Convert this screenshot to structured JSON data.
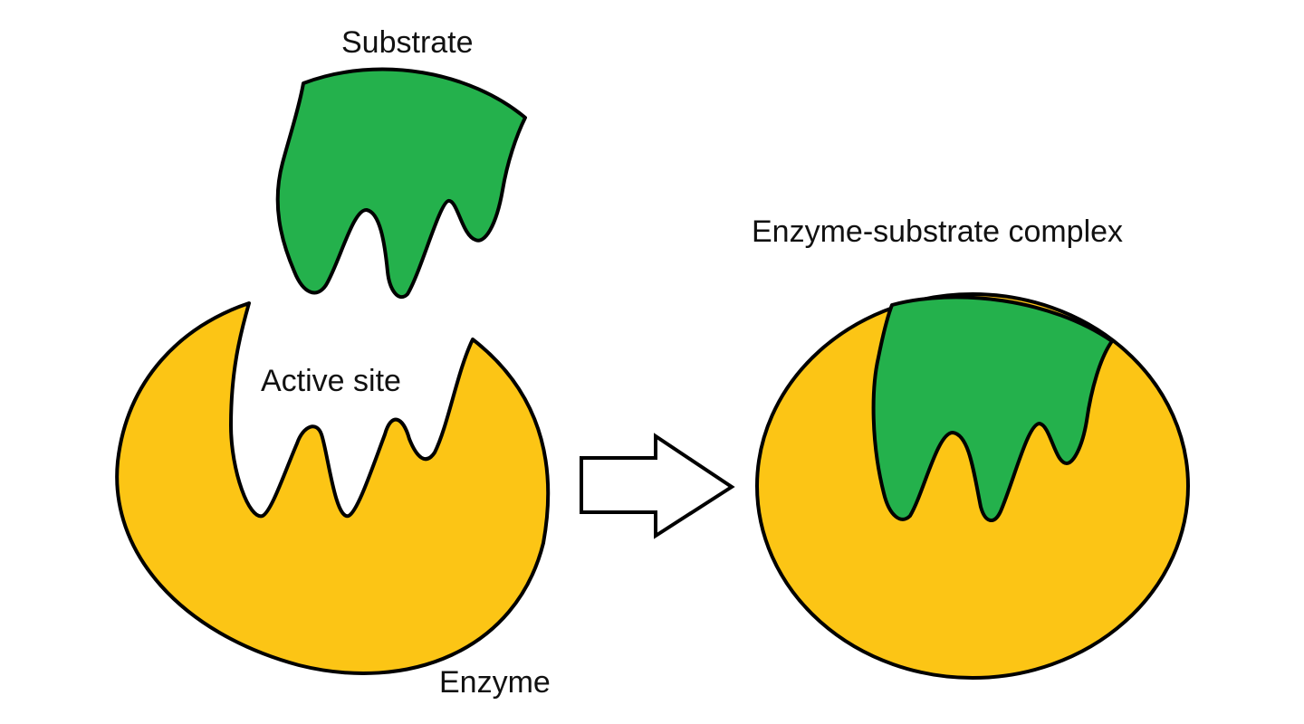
{
  "labels": {
    "substrate": "Substrate",
    "active_site": "Active site",
    "enzyme": "Enzyme",
    "complex": "Enzyme-substrate complex"
  },
  "colors": {
    "enzyme_fill": "#FCC515",
    "substrate_fill": "#24B14C",
    "outline": "#000000",
    "arrow_fill": "#FFFFFF"
  },
  "icons": {
    "arrow": "right-arrow-icon"
  }
}
